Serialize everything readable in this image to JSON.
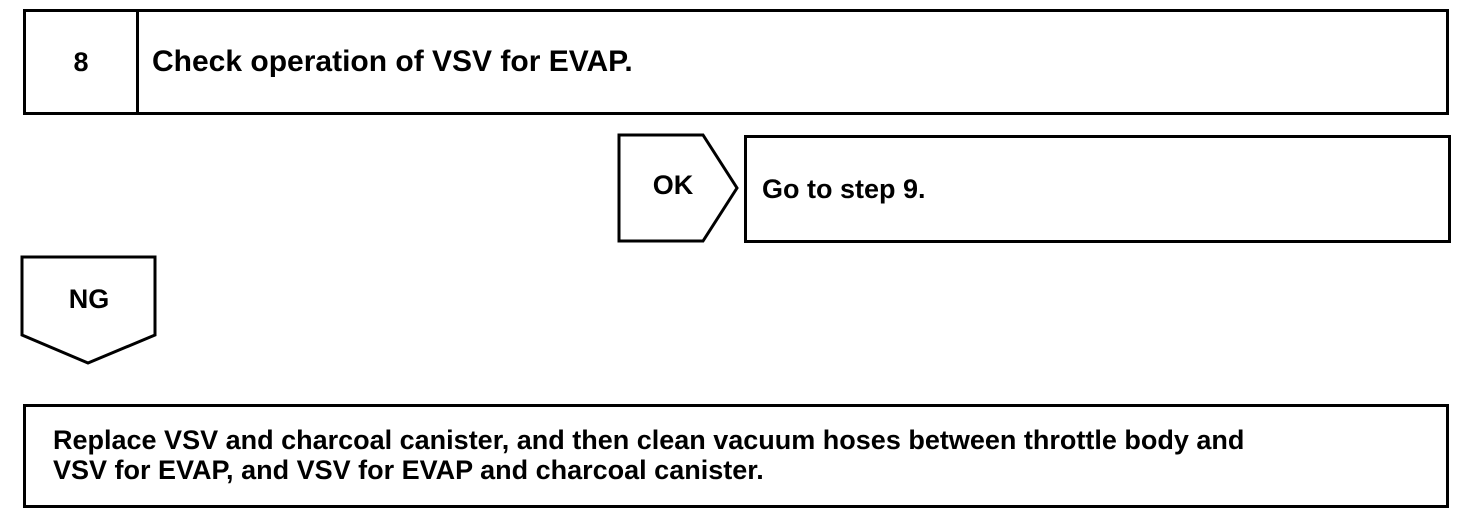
{
  "step": {
    "number": "8",
    "title": "Check operation of VSV for EVAP."
  },
  "ok_branch": {
    "label": "OK",
    "action": "Go to step 9."
  },
  "ng_branch": {
    "label": "NG",
    "action_line1": "Replace VSV and charcoal canister, and then clean vacuum hoses between throttle body and",
    "action_line2": "VSV for EVAP, and VSV for EVAP and charcoal canister."
  }
}
